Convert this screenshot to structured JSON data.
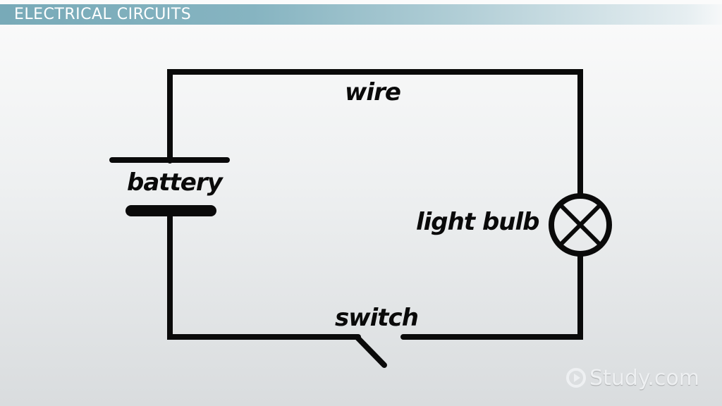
{
  "header": {
    "title": "ELECTRICAL CIRCUITS"
  },
  "diagram": {
    "labels": {
      "wire": "wire",
      "battery": "battery",
      "light_bulb": "light bulb",
      "switch": "switch"
    },
    "components": [
      {
        "name": "battery",
        "symbol": "battery-icon"
      },
      {
        "name": "light bulb",
        "symbol": "lamp-icon"
      },
      {
        "name": "switch",
        "symbol": "open-switch-icon",
        "state": "open"
      },
      {
        "name": "wire",
        "symbol": "wire"
      }
    ],
    "line_color": "#0a0a0a"
  },
  "branding": {
    "logo_text": "Study.com",
    "logo_icon": "play-circle-icon"
  },
  "colors": {
    "title_bar_start": "#78aab8",
    "title_bar_end": "#f6f8f9",
    "title_text": "#ffffff"
  }
}
